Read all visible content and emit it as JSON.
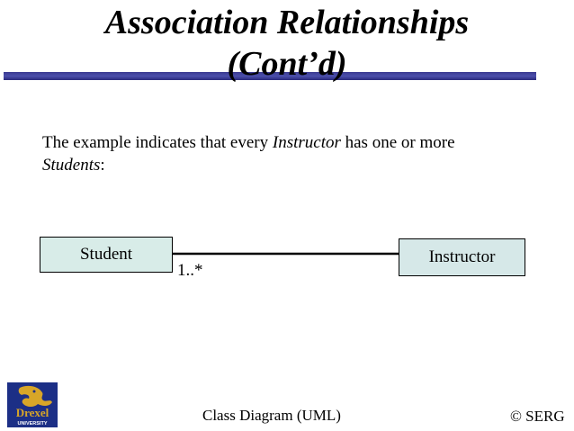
{
  "slide": {
    "title_line1": "Association Relationships",
    "title_line2": "(Cont’d)",
    "text_part1": "The example indicates that every ",
    "text_instructor": "Instructor",
    "text_part2": " has one or more ",
    "text_students": "Students",
    "text_part3": ":"
  },
  "diagram": {
    "class_left": "Student",
    "class_right": "Instructor",
    "multiplicity": "1..*"
  },
  "footer": {
    "center": "Class Diagram (UML)",
    "copyright": "© SERG",
    "logo_text": "Drexel",
    "logo_subtext": "UNIVERSITY"
  },
  "colors": {
    "title_bar": "#3a3a90",
    "class_fill": "#d8ece8",
    "logo_blue": "#1c2f86",
    "logo_gold": "#d8a628"
  }
}
